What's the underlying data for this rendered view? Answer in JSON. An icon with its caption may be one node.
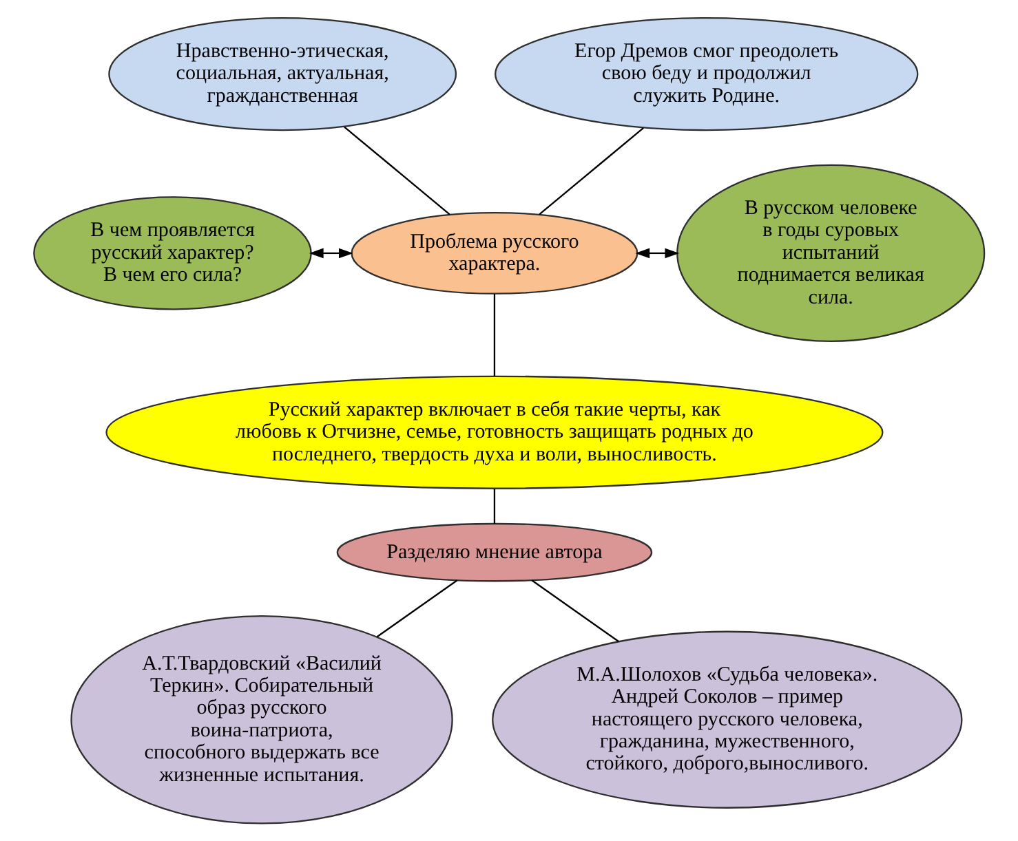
{
  "diagram": {
    "nodes": [
      {
        "text": [
          "Нравственно-этическая, социальная, актуальная, гражданственная"
        ]
      },
      {
        "text": [
          "Егор Дремов смог преодолеть свою беду и продолжил служить Родине."
        ]
      },
      {
        "text": [
          "В чем проявляется русский характер?",
          "В чем его сила?"
        ]
      },
      {
        "text": [
          "Проблема русского характера."
        ]
      },
      {
        "text": [
          "В русском человеке в годы суровых испытаний поднимается великая сила."
        ]
      },
      {
        "text": [
          "Русский характер включает в себя такие черты, как любовь к Отчизне, семье, готовность защищать родных до последнего, твердость духа и воли, выносливость."
        ]
      },
      {
        "text": [
          "Разделяю мнение автора"
        ]
      },
      {
        "text": [
          "А.Т.Твардовский «Василий Теркин». Собирательный образ русского воина-патриота, способного выдержать все жизненные испытания."
        ]
      },
      {
        "text": [
          "М.А.Шолохов «Судьба человека». Андрей Соколов – пример настоящего русского человека, гражданина, мужественного, стойкого, доброго,выносливого."
        ]
      }
    ],
    "edges": [
      {
        "from": 0,
        "to": 3,
        "arrow": "none"
      },
      {
        "from": 1,
        "to": 3,
        "arrow": "none"
      },
      {
        "from": 2,
        "to": 3,
        "arrow": "both"
      },
      {
        "from": 3,
        "to": 4,
        "arrow": "both"
      },
      {
        "from": 3,
        "to": 5,
        "arrow": "none"
      },
      {
        "from": 5,
        "to": 6,
        "arrow": "none"
      },
      {
        "from": 6,
        "to": 7,
        "arrow": "none"
      },
      {
        "from": 6,
        "to": 8,
        "arrow": "none"
      }
    ]
  }
}
